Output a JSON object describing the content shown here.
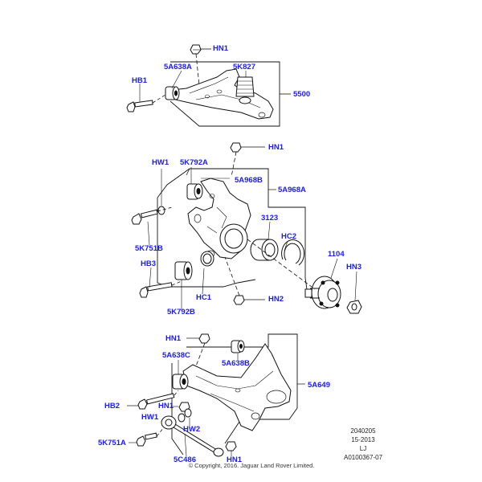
{
  "callouts": {
    "hn1_top": "HN1",
    "c5a638a": "5A638A",
    "c5k827": "5K827",
    "hb1": "HB1",
    "c5500": "5500",
    "hn1_mid": "HN1",
    "hw1_mid": "HW1",
    "c5k792a": "5K792A",
    "c5a968b": "5A968B",
    "c5a968a": "5A968A",
    "c3123": "3123",
    "hc2": "HC2",
    "c1104": "1104",
    "hn3": "HN3",
    "c5k751b": "5K751B",
    "hb3": "HB3",
    "hc1": "HC1",
    "hn2": "HN2",
    "c5k792b": "5K792B",
    "hn1_low": "HN1",
    "c5a638c": "5A638C",
    "c5a638b": "5A638B",
    "c5a649": "5A649",
    "hb2": "HB2",
    "hn1_low2": "HN1",
    "hw1_low": "HW1",
    "hw2": "HW2",
    "c5k751a": "5K751A",
    "c5c486": "5C486",
    "hn1_bottom": "HN1"
  },
  "reference": {
    "line1": "2040205",
    "line2": "15-2013",
    "line3": "LJ",
    "line4": "A0100367-07"
  },
  "copyright": "© Copyright, 2016. Jaguar Land Rover Limited."
}
